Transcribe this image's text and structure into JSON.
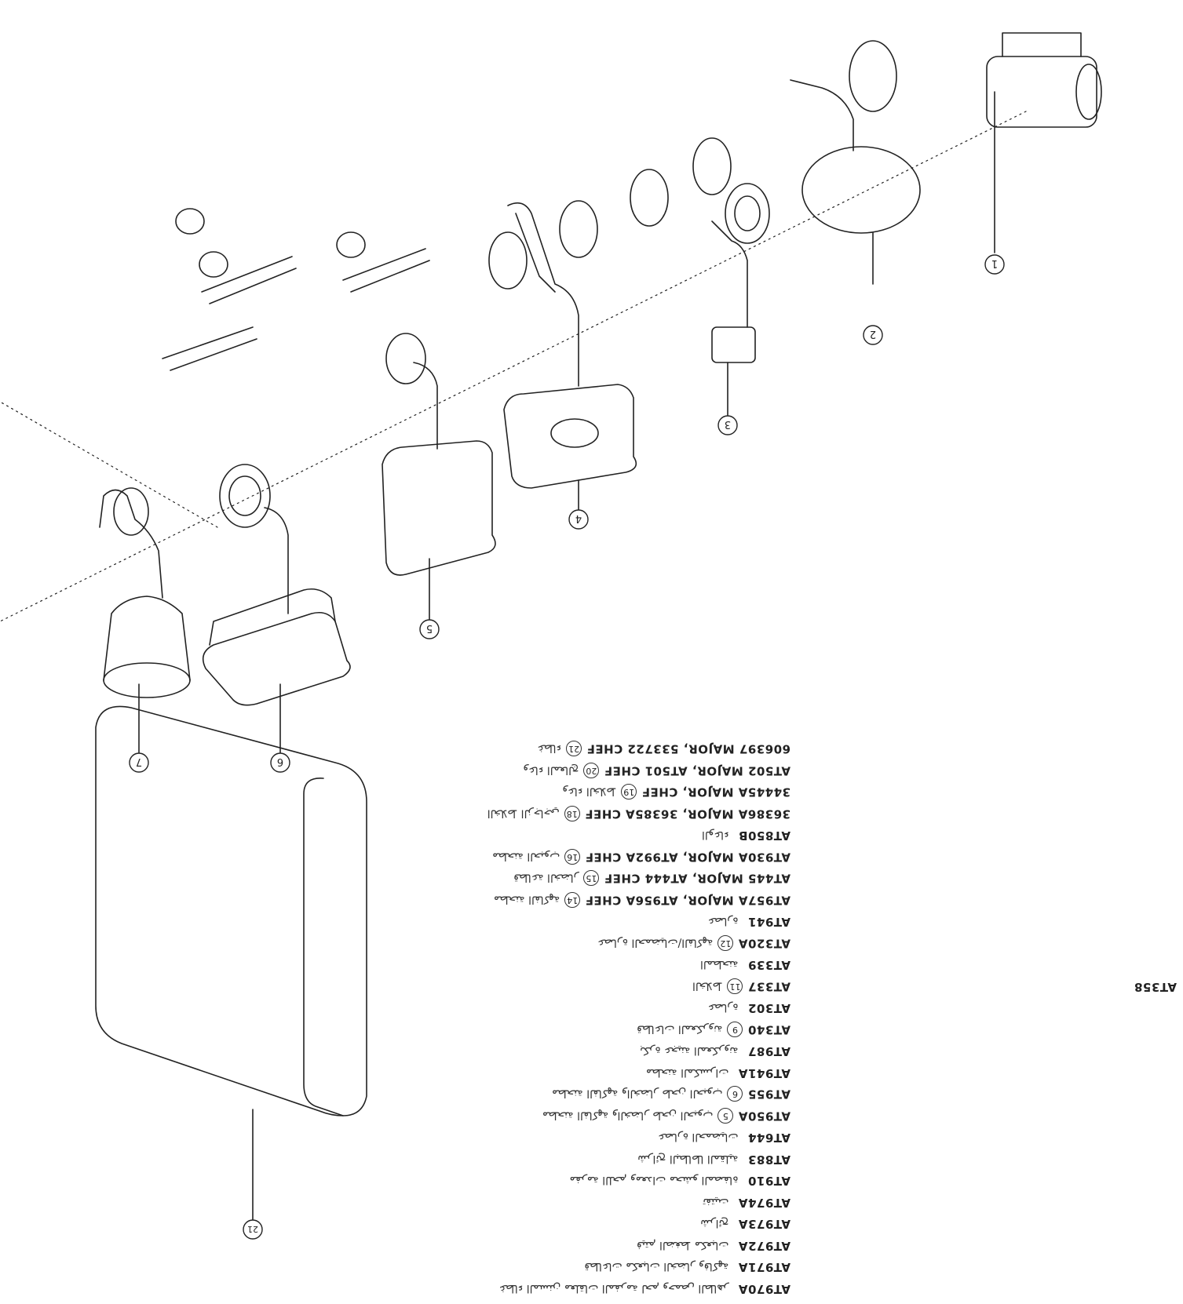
{
  "legend": [
    {
      "code": "AT970A",
      "num": "",
      "desc": "غطاء المسنن معلقات المفرمة لحم وحمص الطاهر"
    },
    {
      "code": "AT971A",
      "num": "",
      "desc": "قطاعات مكعبات الخضار وفاكهة"
    },
    {
      "code": "AT972A",
      "num": "",
      "desc": "فيتم الضغط مكعبات"
    },
    {
      "code": "AT973A",
      "num": "",
      "desc": "شرائح"
    },
    {
      "code": "AT974A",
      "num": "",
      "desc": "تفتيت"
    },
    {
      "code": "AT910",
      "num": "",
      "desc": "مفرمة اللحم ومعدات محشو المصفاة"
    },
    {
      "code": "AT883",
      "num": "",
      "desc": "شرائح البطاطا المقلية"
    },
    {
      "code": "AT644",
      "num": "",
      "desc": "عصارة الحمضيات"
    },
    {
      "code": "AT950A",
      "num": "5",
      "desc": "مطحنة الفاكهة والخضار طحن الحبوب"
    },
    {
      "code": "AT955",
      "num": "6",
      "desc": "مطحنة الفاكهة والخضار طحن الحبوب"
    },
    {
      "code": "AT941A",
      "num": "",
      "desc": "مطحنة المكسرات"
    },
    {
      "code": "AT987",
      "num": "",
      "desc": "بكرة عجينة المعكرونة"
    },
    {
      "code": "AT340",
      "num": "9",
      "desc": "قطاعات المعكرونة"
    },
    {
      "code": "AT302",
      "num": "",
      "desc": "عصارة"
    },
    {
      "code": "AT337",
      "num": "11",
      "desc": "الخلاط"
    },
    {
      "code": "AT339",
      "num": "",
      "desc": "المطحنة"
    },
    {
      "code": "AT320A",
      "num": "12",
      "desc": "عصارة الحمضيات/الفاكهة"
    },
    {
      "code": "AT941",
      "num": "",
      "desc": "عصارة"
    },
    {
      "code": "AT957A MAJOR, AT956A CHEF",
      "num": "14",
      "desc": "مطحنة الفاكهة"
    },
    {
      "code": "AT445 MAJOR, AT444 CHEF",
      "num": "15",
      "desc": "قطاعة الخضار"
    },
    {
      "code": "AT930A MAJOR, AT992A CHEF",
      "num": "16",
      "desc": "مطحنة الحبوب"
    },
    {
      "code": "AT850B",
      "num": "",
      "desc": "الوعاء"
    },
    {
      "code": "36386A MAJOR, 36385A CHEF",
      "num": "18",
      "desc": "الخلاط الزجاجي"
    },
    {
      "code": "34445A MAJOR, CHEF",
      "num": "19",
      "desc": "وعاء الخلاط"
    },
    {
      "code": "AT502 MAJOR, AT501 CHEF",
      "num": "20",
      "desc": "وعاء المعالج"
    },
    {
      "code": "606397 MAJOR, 533722 CHEF",
      "num": "21",
      "desc": "غطاء"
    }
  ],
  "extra_codes": [
    "AT358"
  ],
  "callouts": [
    "1",
    "2",
    "3",
    "4",
    "5",
    "6",
    "7",
    "21"
  ]
}
